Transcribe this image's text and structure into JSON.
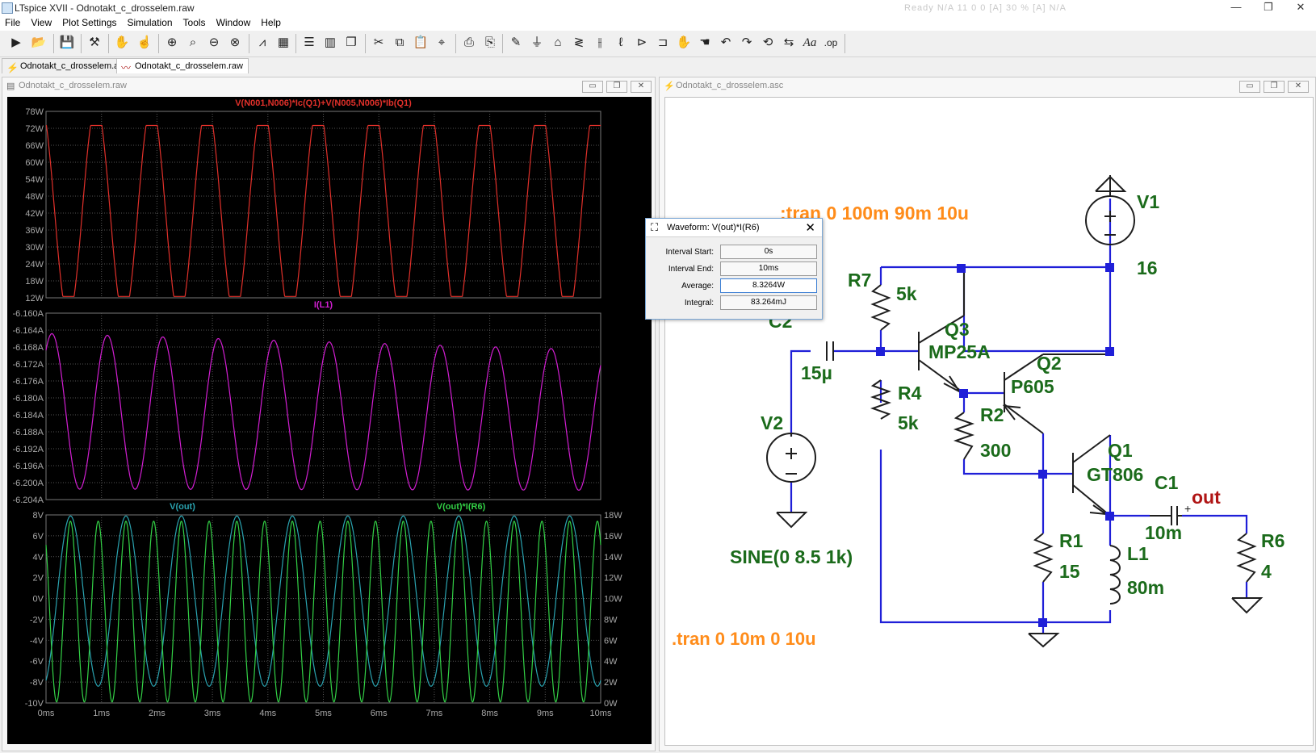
{
  "app": {
    "title": "LTspice XVII - Odnotakt_c_drosselem.raw",
    "status": "Ready  N/A  11 0 0  [A] 30 %  [A] N/A",
    "controls": {
      "minimize": "—",
      "restore": "❐",
      "close": "✕"
    }
  },
  "menu": [
    "File",
    "View",
    "Plot Settings",
    "Simulation",
    "Tools",
    "Window",
    "Help"
  ],
  "toolbar": {
    "icons": [
      "run-icon",
      "open-icon",
      "save-icon",
      "control-panel-icon",
      "halt-icon",
      "pan-icon",
      "zoom-in-icon",
      "zoom-area-icon",
      "zoom-out-icon",
      "zoom-fit-icon",
      "autorange-icon",
      "grid-icon",
      "tile-horizontal-icon",
      "tile-vertical-icon",
      "cascade-icon",
      "cut-icon",
      "copy-icon",
      "paste-icon",
      "find-icon",
      "print-icon",
      "print-setup-icon",
      "wire-icon",
      "ground-icon",
      "label-net-icon",
      "resistor-icon",
      "capacitor-icon",
      "inductor-icon",
      "diode-icon",
      "component-icon",
      "move-icon",
      "drag-icon",
      "undo-icon",
      "redo-icon",
      "rotate-icon",
      "mirror-icon",
      "text-icon",
      "spice-directive-icon"
    ]
  },
  "tabs": [
    {
      "label": "Odnotakt_c_drosselem.asc",
      "active": false
    },
    {
      "label": "Odnotakt_c_drosselem.raw",
      "active": true
    }
  ],
  "plot_window": {
    "title": "Odnotakt_c_drosselem.raw"
  },
  "schematic_window": {
    "title": "Odnotakt_c_drosselem.asc"
  },
  "chart_data": [
    {
      "type": "line",
      "title": "V(N001,N006)*Ic(Q1)+V(N005,N006)*Ib(Q1)",
      "color": "#e0302a",
      "ylim": [
        12,
        78
      ],
      "yunit": "W",
      "yticks": [
        "78W",
        "72W",
        "66W",
        "60W",
        "54W",
        "48W",
        "42W",
        "36W",
        "30W",
        "24W",
        "18W",
        "12W"
      ],
      "shape": {
        "min": 12.5,
        "max": 73,
        "periods": 10,
        "phase_start_t": 0.0
      }
    },
    {
      "type": "line",
      "title": "I(L1)",
      "color": "#d21ed2",
      "ylim": [
        -6.204,
        -6.16
      ],
      "yunit": "A",
      "yticks": [
        "-6.160A",
        "-6.164A",
        "-6.168A",
        "-6.172A",
        "-6.176A",
        "-6.180A",
        "-6.184A",
        "-6.188A",
        "-6.192A",
        "-6.196A",
        "-6.200A",
        "-6.204A"
      ],
      "shape": {
        "min": -6.2015,
        "max": -6.1648,
        "periods": 10,
        "drift": 0.0035
      }
    },
    {
      "type": "line",
      "series": [
        {
          "name": "V(out)",
          "color": "#2aa3b0",
          "ylim": [
            -10,
            8
          ],
          "min": -8.4,
          "max": 7.9,
          "periods": 10
        },
        {
          "name": "V(out)*I(R6)",
          "color": "#33d146",
          "ylim": [
            0,
            18
          ],
          "min": 0.1,
          "max": 17.4,
          "periods": 20
        }
      ],
      "yticks_left": [
        "8V",
        "6V",
        "4V",
        "2V",
        "0V",
        "-2V",
        "-4V",
        "-6V",
        "-8V",
        "-10V"
      ],
      "yticks_right": [
        "18W",
        "16W",
        "14W",
        "12W",
        "10W",
        "8W",
        "6W",
        "4W",
        "2W",
        "0W"
      ],
      "xticks": [
        "0ms",
        "1ms",
        "2ms",
        "3ms",
        "4ms",
        "5ms",
        "6ms",
        "7ms",
        "8ms",
        "9ms",
        "10ms"
      ],
      "xlim_ms": [
        0,
        10
      ]
    }
  ],
  "waveform_dialog": {
    "title": "Waveform: V(out)*I(R6)",
    "rows": [
      {
        "label": "Interval Start:",
        "value": "0s"
      },
      {
        "label": "Interval End:",
        "value": "10ms"
      },
      {
        "label": "Average:",
        "value": "8.3264W"
      },
      {
        "label": "Integral:",
        "value": "83.264mJ"
      }
    ]
  },
  "schematic": {
    "directive_top": ";tran 0 100m 90m 10u",
    "directive_bottom": ".tran 0 10m 0 10u",
    "source_v2": "SINE(0 8.5 1k)",
    "labels": {
      "v1": "V1",
      "v1_val": "16",
      "v2": "V2",
      "r7": "R7",
      "r7_val": "5k",
      "r4": "R4",
      "r4_val": "5k",
      "r2": "R2",
      "r2_val": "300",
      "r1": "R1",
      "r1_val": "15",
      "r6": "R6",
      "r6_val": "4",
      "c2": "C2",
      "c2_val": "15µ",
      "c1": "C1",
      "c1_val": "10m",
      "l1": "L1",
      "l1_val": "80m",
      "q3": "Q3",
      "q3_val": "MP25A",
      "q2": "Q2",
      "q2_val": "P605",
      "q1": "Q1",
      "q1_val": "GT806",
      "out": "out"
    }
  }
}
